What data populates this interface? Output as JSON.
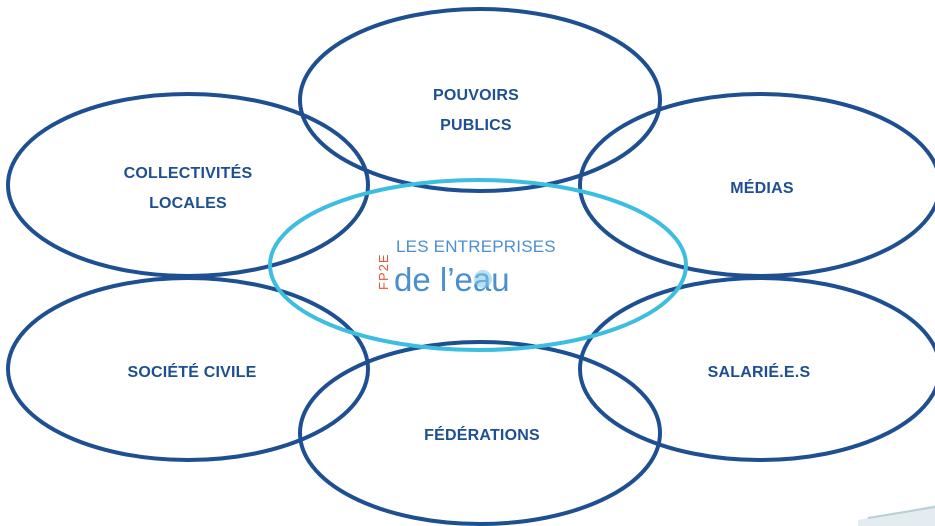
{
  "nodes": {
    "pouvoirs_publics": [
      "POUVOIRS",
      "PUBLICS"
    ],
    "collectivites_locales": [
      "COLLECTIVITÉS",
      "LOCALES"
    ],
    "medias": [
      "MÉDIAS"
    ],
    "societe_civile": [
      "SOCIÉTÉ CIVILE"
    ],
    "salaries": [
      "SALARIÉ.E.S"
    ],
    "federations": [
      "FÉDÉRATIONS"
    ]
  },
  "center_logo": {
    "prefix": "FP2E",
    "line1": "LES ENTREPRISES",
    "line2_de": "de l’",
    "line2_eau": "eau"
  },
  "colors": {
    "outer_ellipse": "#1d4f91",
    "center_ellipse": "#3dbde0",
    "label_text": "#1d4f91",
    "logo_blue": "#4a8fd0",
    "logo_orange": "#e5553a"
  }
}
